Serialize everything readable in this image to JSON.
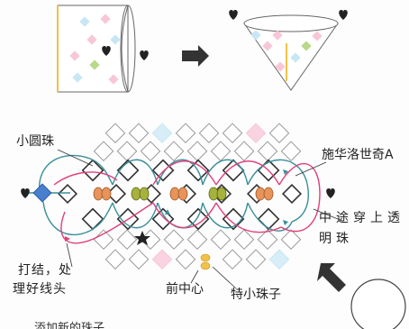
{
  "labels": {
    "small_round_bead": "小圆珠",
    "swarovski_a": "施华洛世奇A",
    "pass_through_line1": "中途穿上透",
    "pass_through_line2": "明珠",
    "tie_knot_line1": "打结，处",
    "tie_knot_line2": "理好线头",
    "front_center": "前中心",
    "extra_small_bead": "特小珠子",
    "bottom_cut_text": "添加新的珠子"
  },
  "colors": {
    "thread_teal": "#3a8f9a",
    "thread_pink": "#e0407a",
    "bead_orange": "#e8935a",
    "bead_olive": "#a7b23c",
    "bead_blue": "#4a7fd0",
    "bead_pink_light": "#f7c7d8",
    "bead_cyan_light": "#c8e6f3",
    "bead_yellow": "#f0c24a",
    "cone_fill": "#fff3c8"
  },
  "icons": {
    "heart": "heart-icon",
    "star": "star-icon",
    "arrow_right": "arrow-right-icon",
    "arrow_up_left": "arrow-up-left-icon"
  }
}
